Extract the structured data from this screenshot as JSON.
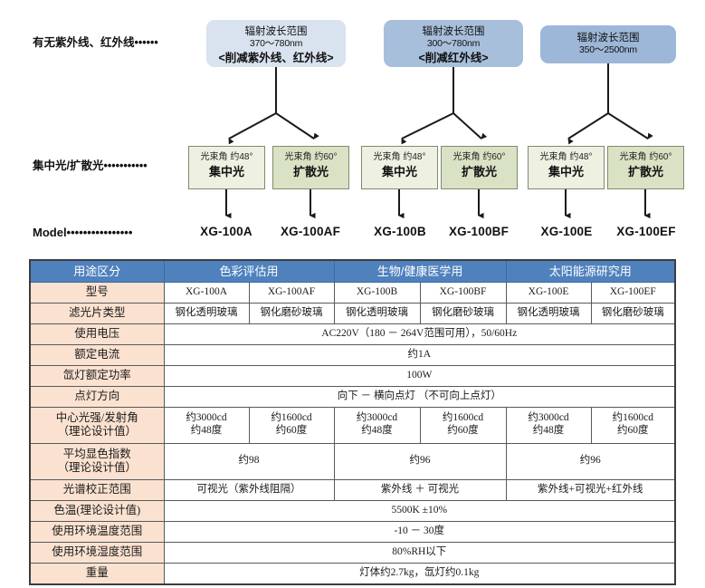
{
  "diagram": {
    "row_labels": {
      "uv_ir": "有无紫外线、红外线••••••",
      "beam": "集中光/扩散光•••••••••••",
      "model": "Model••••••••••••••••"
    },
    "wave_boxes": [
      {
        "title": "辐射波长范围",
        "range": "370～780nm",
        "note": "<削减紫外线、红外线>",
        "color": "#d9e2ef"
      },
      {
        "title": "辐射波长范围",
        "range": "300～780nm",
        "note": "<削减红外线>",
        "color": "#a8bfdc"
      },
      {
        "title": "辐射波长范围",
        "range": "350～2500nm",
        "note": "",
        "color": "#9db7d8"
      }
    ],
    "beam_boxes": [
      {
        "angle": "光束角 约48°",
        "type": "集中光",
        "color": "#eef0e2"
      },
      {
        "angle": "光束角 约60°",
        "type": "扩散光",
        "color": "#d9e2c4"
      },
      {
        "angle": "光束角 约48°",
        "type": "集中光",
        "color": "#eef0e2"
      },
      {
        "angle": "光束角 约60°",
        "type": "扩散光",
        "color": "#d9e2c4"
      },
      {
        "angle": "光束角 约48°",
        "type": "集中光",
        "color": "#eef0e2"
      },
      {
        "angle": "光束角 约60°",
        "type": "扩散光",
        "color": "#d9e2c4"
      }
    ],
    "model_names": [
      "XG-100A",
      "XG-100AF",
      "XG-100B",
      "XG-100BF",
      "XG-100E",
      "XG-100EF"
    ]
  },
  "table": {
    "header": {
      "first": "用途区分",
      "groups": [
        "色彩评估用",
        "生物/健康医学用",
        "太阳能源研究用"
      ]
    },
    "rows": [
      {
        "label": "型号",
        "cells": [
          "XG-100A",
          "XG-100AF",
          "XG-100B",
          "XG-100BF",
          "XG-100E",
          "XG-100EF"
        ]
      },
      {
        "label": "滤光片类型",
        "cells": [
          "钢化透明玻璃",
          "钢化磨砂玻璃",
          "钢化透明玻璃",
          "钢化磨砂玻璃",
          "钢化透明玻璃",
          "钢化磨砂玻璃"
        ]
      },
      {
        "label": "使用电压",
        "cells": [
          "AC220V（180 － 264V范围可用），50/60Hz"
        ]
      },
      {
        "label": "额定电流",
        "cells": [
          "约1A"
        ]
      },
      {
        "label": "氙灯额定功率",
        "cells": [
          "100W"
        ]
      },
      {
        "label": "点灯方向",
        "cells": [
          "向下 － 横向点灯 （不可向上点灯）"
        ]
      },
      {
        "label": "中心光强/发射角\n（理论设计值）",
        "label_line1": "中心光强/发射角",
        "label_line2": "（理论设计值）",
        "cells_line1": [
          "约3000cd",
          "约1600cd",
          "约3000cd",
          "约1600cd",
          "约3000cd",
          "约1600cd"
        ],
        "cells_line2": [
          "约48度",
          "约60度",
          "约48度",
          "约60度",
          "约48度",
          "约60度"
        ]
      },
      {
        "label_line1": "平均显色指数",
        "label_line2": "（理论设计值）",
        "cells": [
          "约98",
          "约96",
          "约96"
        ]
      },
      {
        "label": "光谱校正范围",
        "cells": [
          "可视光（紫外线阻隔）",
          "紫外线 ＋ 可视光",
          "紫外线+可视光+红外线"
        ]
      },
      {
        "label": "色温(理论设计值)",
        "cells": [
          "5500K ±10%"
        ]
      },
      {
        "label": "使用环境温度范围",
        "cells": [
          "-10 － 30度"
        ]
      },
      {
        "label": "使用环境湿度范围",
        "cells": [
          "80%RH以下"
        ]
      },
      {
        "label": "重量",
        "cells": [
          "灯体约2.7kg，氙灯约0.1kg"
        ]
      }
    ]
  },
  "colors": {
    "header_blue": "#4f81bd",
    "row_label_peach": "#fbe2d0",
    "box_blue_light": "#d9e2ef",
    "box_blue_mid": "#a8bfdc",
    "box_blue_dark": "#9db7d8",
    "beam_focus": "#eef0e2",
    "beam_diffuse": "#d9e2c4",
    "line": "#1a1a1a"
  }
}
